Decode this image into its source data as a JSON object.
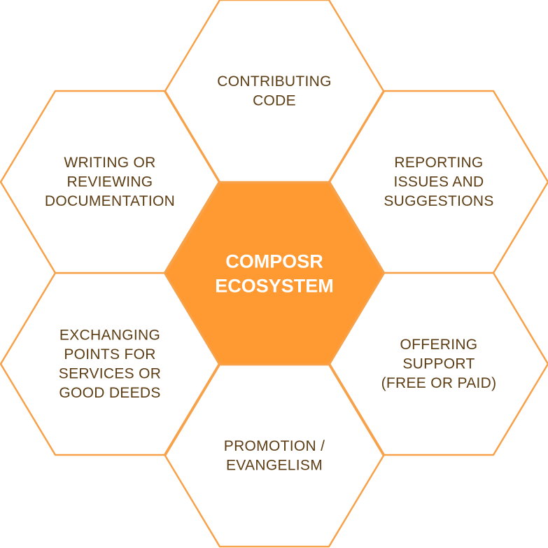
{
  "colors": {
    "accent": "#FF9A33",
    "outline": "#F7A24A",
    "label_text": "#5C3D14",
    "center_text": "#FFFFFF"
  },
  "center": {
    "lines": [
      "COMPOSR",
      "ECOSYSTEM"
    ]
  },
  "hexagons": [
    {
      "id": "contributing-code",
      "lines": [
        "CONTRIBUTING",
        "CODE"
      ]
    },
    {
      "id": "reporting-issues",
      "lines": [
        "REPORTING",
        "ISSUES AND",
        "SUGGESTIONS"
      ]
    },
    {
      "id": "offering-support",
      "lines": [
        "OFFERING",
        "SUPPORT",
        "(FREE OR PAID)"
      ]
    },
    {
      "id": "promotion",
      "lines": [
        "PROMOTION /",
        "EVANGELISM"
      ]
    },
    {
      "id": "exchanging-points",
      "lines": [
        "EXCHANGING",
        "POINTS FOR",
        "SERVICES OR",
        "GOOD DEEDS"
      ]
    },
    {
      "id": "writing-docs",
      "lines": [
        "WRITING OR",
        "REVIEWING",
        "DOCUMENTATION"
      ]
    }
  ]
}
